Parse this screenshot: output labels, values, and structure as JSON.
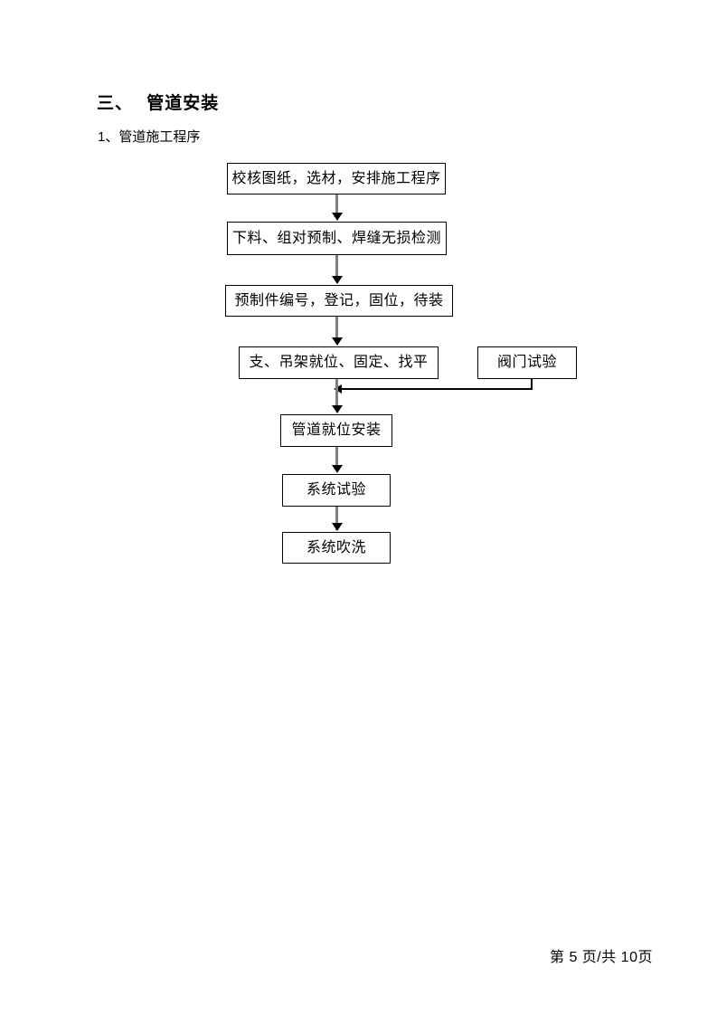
{
  "document": {
    "section_heading": "三、  管道安装",
    "sub_heading": "1、管道施工程序"
  },
  "flowchart": {
    "nodes": [
      {
        "id": "node-1",
        "label": "校核图纸，选材，安排施工程序"
      },
      {
        "id": "node-2",
        "label": "下料、组对预制、焊缝无损检测"
      },
      {
        "id": "node-3",
        "label": "预制件编号，登记，固位，待装"
      },
      {
        "id": "node-4",
        "label": "支、吊架就位、固定、找平"
      },
      {
        "id": "node-valve",
        "label": "阀门试验"
      },
      {
        "id": "node-5",
        "label": "管道就位安装"
      },
      {
        "id": "node-6",
        "label": "系统试验"
      },
      {
        "id": "node-7",
        "label": "系统吹洗"
      }
    ],
    "connector_color_line": "#808080",
    "connector_color_arrow": "#000000",
    "branch_line_color": "#000000"
  },
  "footer": {
    "page_label": "第 5 页/共 10页"
  }
}
